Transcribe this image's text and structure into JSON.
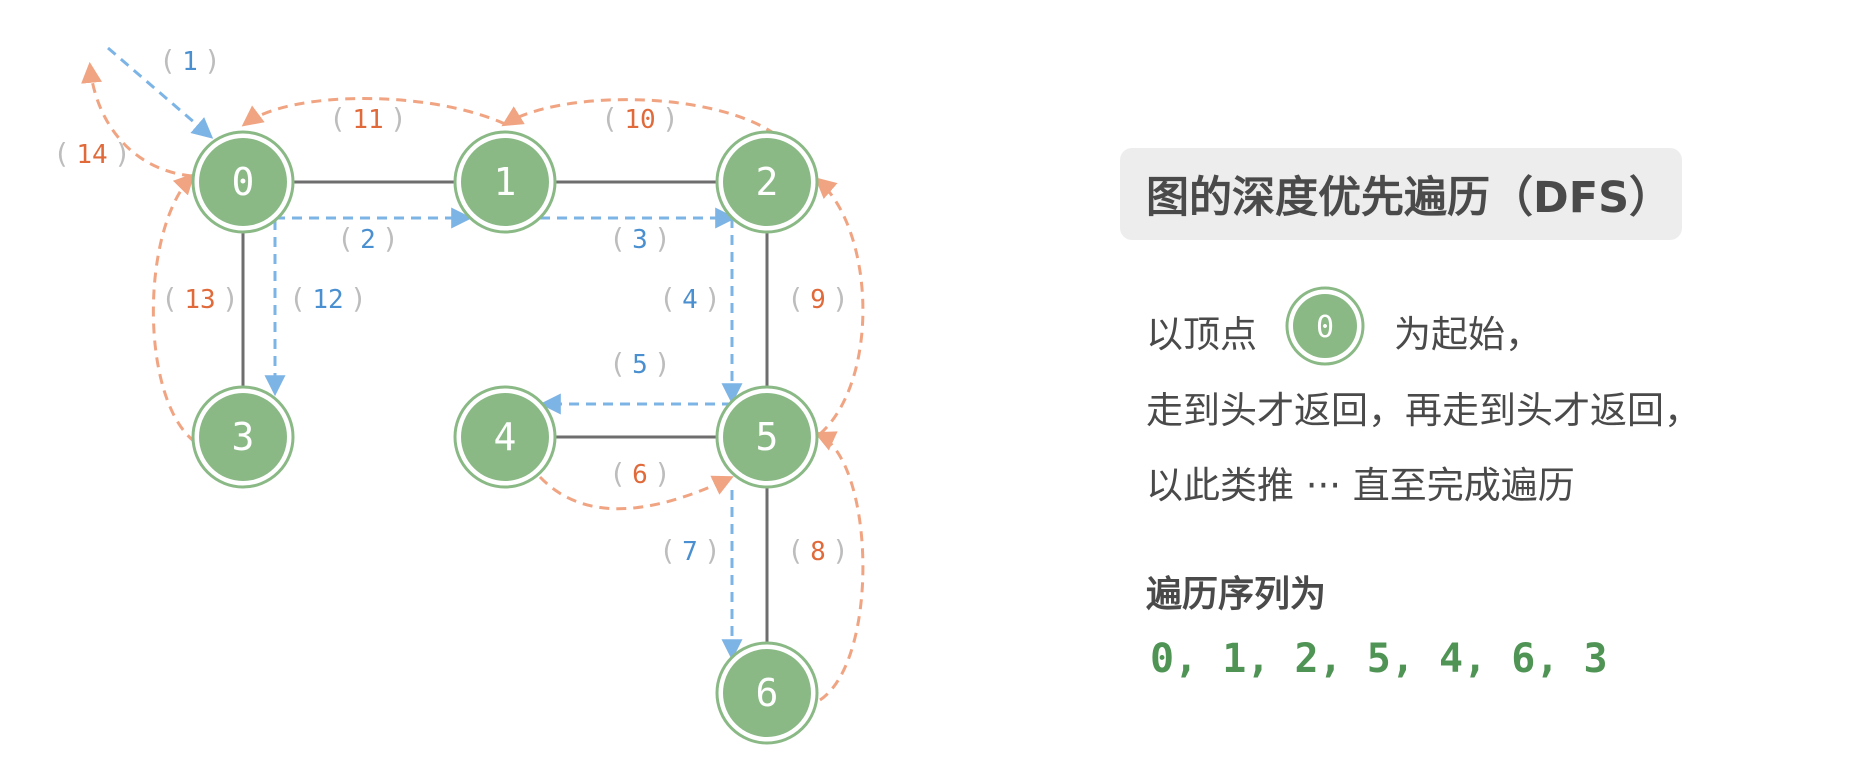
{
  "graph": {
    "nodes": [
      {
        "id": "0",
        "label": "0"
      },
      {
        "id": "1",
        "label": "1"
      },
      {
        "id": "2",
        "label": "2"
      },
      {
        "id": "3",
        "label": "3"
      },
      {
        "id": "4",
        "label": "4"
      },
      {
        "id": "5",
        "label": "5"
      },
      {
        "id": "6",
        "label": "6"
      }
    ],
    "edges": [
      [
        "0",
        "1"
      ],
      [
        "1",
        "2"
      ],
      [
        "0",
        "3"
      ],
      [
        "2",
        "5"
      ],
      [
        "4",
        "5"
      ],
      [
        "5",
        "6"
      ]
    ],
    "steps": [
      {
        "label": "1",
        "kind": "forward"
      },
      {
        "label": "2",
        "kind": "forward"
      },
      {
        "label": "3",
        "kind": "forward"
      },
      {
        "label": "4",
        "kind": "forward"
      },
      {
        "label": "5",
        "kind": "forward"
      },
      {
        "label": "6",
        "kind": "backtrack"
      },
      {
        "label": "7",
        "kind": "forward"
      },
      {
        "label": "8",
        "kind": "backtrack"
      },
      {
        "label": "9",
        "kind": "backtrack"
      },
      {
        "label": "10",
        "kind": "backtrack"
      },
      {
        "label": "11",
        "kind": "backtrack"
      },
      {
        "label": "12",
        "kind": "forward"
      },
      {
        "label": "13",
        "kind": "backtrack"
      },
      {
        "label": "14",
        "kind": "backtrack"
      }
    ]
  },
  "colors": {
    "node_fill": "#8ab986",
    "node_ring": "#8ab986",
    "edge": "#6e6e6e",
    "forward": "#7db4e6",
    "backtrack": "#f0a482",
    "forward_text": "#4a90d0",
    "backtrack_text": "#e06a3a",
    "sequence": "#4f9454"
  },
  "panel": {
    "title": "图的深度优先遍历（DFS）",
    "line1_before": "以顶点",
    "start_vertex": "0",
    "line1_after": "为起始，",
    "line2": "走到头才返回，再走到头才返回，",
    "line3": "以此类推 ··· 直至完成遍历",
    "sequence_title": "遍历序列为",
    "sequence": "0, 1, 2, 5, 4, 6, 3"
  }
}
